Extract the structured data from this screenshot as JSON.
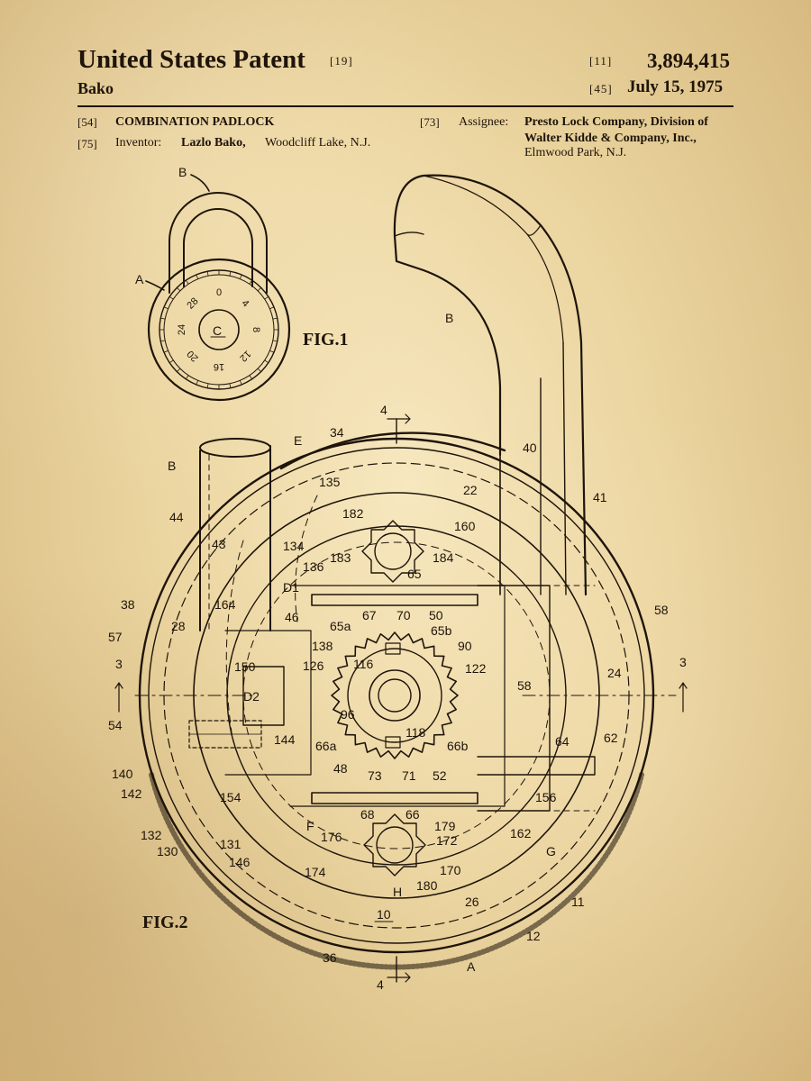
{
  "header": {
    "title": "United States Patent",
    "title_code": "[19]",
    "inventor_short": "Bako",
    "patent_code": "[11]",
    "patent_number": "3,894,415",
    "date_code": "[45]",
    "date": "July 15, 1975"
  },
  "fields": {
    "title_code": "[54]",
    "title": "COMBINATION PADLOCK",
    "inventor_code": "[75]",
    "inventor_label": "Inventor:",
    "inventor_name": "Lazlo Bako,",
    "inventor_place": "Woodcliff Lake, N.J.",
    "assignee_code": "[73]",
    "assignee_label": "Assignee:",
    "assignee_line1": "Presto Lock Company, Division of",
    "assignee_line2": "Walter Kidde & Company, Inc.,",
    "assignee_line3": "Elmwood Park, N.J."
  },
  "figures": {
    "fig1": "FIG.1",
    "fig2": "FIG.2"
  },
  "dial_numbers": [
    "0",
    "4",
    "8",
    "12",
    "16",
    "20",
    "24",
    "28"
  ],
  "dial_center": "C",
  "reference_labels": {
    "A": "A",
    "B": "B",
    "D1": "D1",
    "D2": "D2",
    "E": "E",
    "F": "F",
    "G": "G",
    "H": "H",
    "n3": "3",
    "n4": "4",
    "n10": "10",
    "n11": "11",
    "n12": "12",
    "n22": "22",
    "n24": "24",
    "n26": "26",
    "n28": "28",
    "n34": "34",
    "n36": "36",
    "n38": "38",
    "n40": "40",
    "n41": "41",
    "n43": "43",
    "n44": "44",
    "n46": "46",
    "n48": "48",
    "n50": "50",
    "n52": "52",
    "n54": "54",
    "n57": "57",
    "n58": "58",
    "n62": "62",
    "n64": "64",
    "n65": "65",
    "n65a": "65a",
    "n65b": "65b",
    "n66": "66",
    "n66a": "66a",
    "n66b": "66b",
    "n67": "67",
    "n68": "68",
    "n70": "70",
    "n71": "71",
    "n73": "73",
    "n90": "90",
    "n96": "96",
    "n116": "116",
    "n118": "118",
    "n122": "122",
    "n126": "126",
    "n130": "130",
    "n131": "131",
    "n132": "132",
    "n134": "134",
    "n135": "135",
    "n136": "136",
    "n138": "138",
    "n140": "140",
    "n142": "142",
    "n144": "144",
    "n146": "146",
    "n150": "150",
    "n154": "154",
    "n156": "156",
    "n160": "160",
    "n162": "162",
    "n164": "164",
    "n170": "170",
    "n172": "172",
    "n174": "174",
    "n176": "176",
    "n179": "179",
    "n180": "180",
    "n182": "182",
    "n183": "183",
    "n184": "184"
  },
  "colors": {
    "paper": "#ecd8a8",
    "ink": "#1e140a"
  }
}
